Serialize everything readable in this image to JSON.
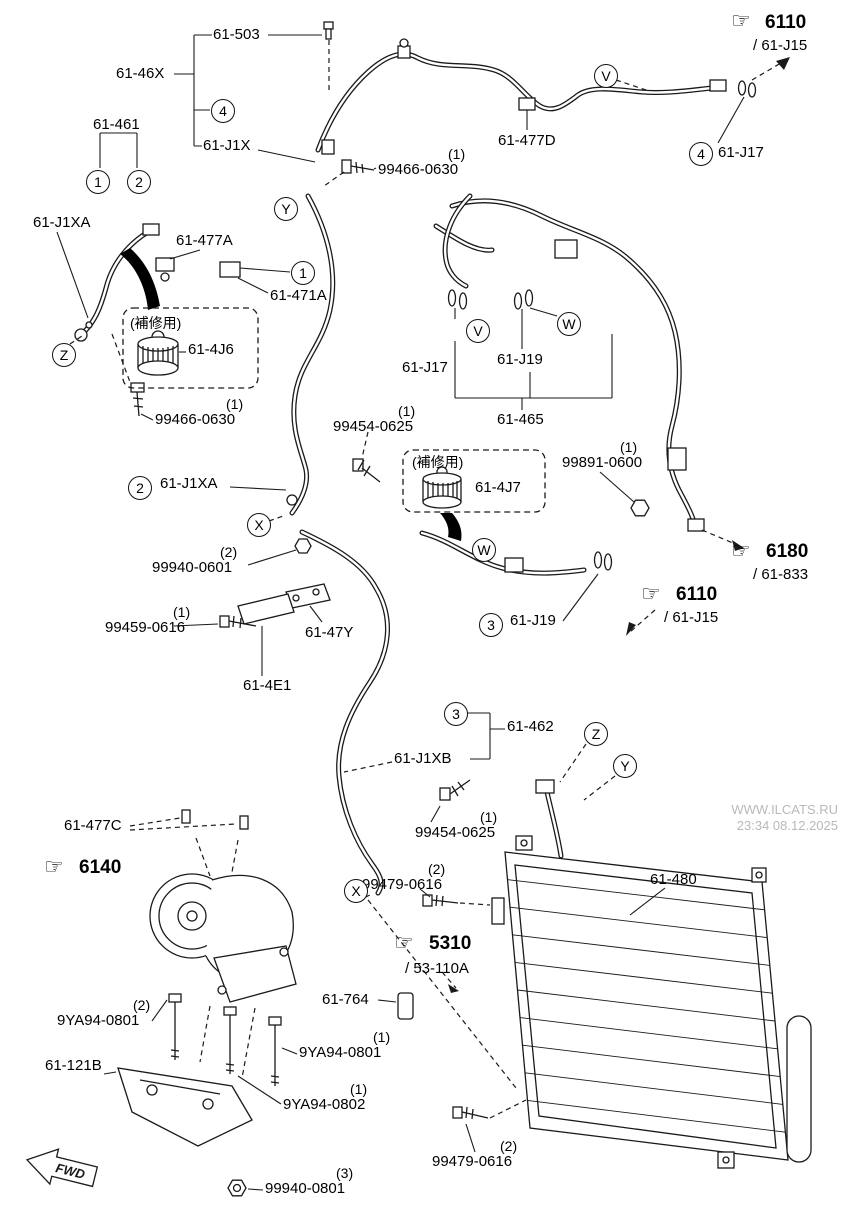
{
  "watermark": {
    "line1": "WWW.ILCATS.RU",
    "line2": "23:34 08.12.2025"
  },
  "fwd": "FWD",
  "repair_note": "(補修用)",
  "icons": {
    "hand": "☞"
  },
  "qty": {
    "one": "(1)",
    "two": "(2)",
    "three": "(3)"
  },
  "refs": {
    "n1": "1",
    "n2": "2",
    "n3": "3",
    "n4": "4",
    "V": "V",
    "W": "W",
    "X": "X",
    "Y": "Y",
    "Z": "Z"
  },
  "codes": {
    "c6110": {
      "code": "6110",
      "sub": "/ 61-J15"
    },
    "c6180": {
      "code": "6180",
      "sub": "/ 61-833"
    },
    "c6140": {
      "code": "6140"
    },
    "c5310": {
      "code": "5310",
      "sub": "/ 53-110A"
    }
  },
  "parts": {
    "p61_503": "61-503",
    "p61_46X": "61-46X",
    "p61_461": "61-461",
    "p61_J1X": "61-J1X",
    "p61_J1XA": "61-J1XA",
    "p61_J1XB": "61-J1XB",
    "p61_477A": "61-477A",
    "p61_477C": "61-477C",
    "p61_477D": "61-477D",
    "p61_471A": "61-471A",
    "p61_4J6": "61-4J6",
    "p61_4J7": "61-4J7",
    "p61_J17": "61-J17",
    "p61_J19": "61-J19",
    "p61_465": "61-465",
    "p61_462": "61-462",
    "p61_47Y": "61-47Y",
    "p61_4E1": "61-4E1",
    "p61_480": "61-480",
    "p61_764": "61-764",
    "p61_121B": "61-121B",
    "p99466_0630": "99466-0630",
    "p99454_0625": "99454-0625",
    "p99891_0600": "99891-0600",
    "p99940_0601": "99940-0601",
    "p99940_0801": "99940-0801",
    "p99459_0616": "99459-0616",
    "p99479_0616": "99479-0616",
    "p9YA94_0801": "9YA94-0801",
    "p9YA94_0802": "9YA94-0802"
  }
}
